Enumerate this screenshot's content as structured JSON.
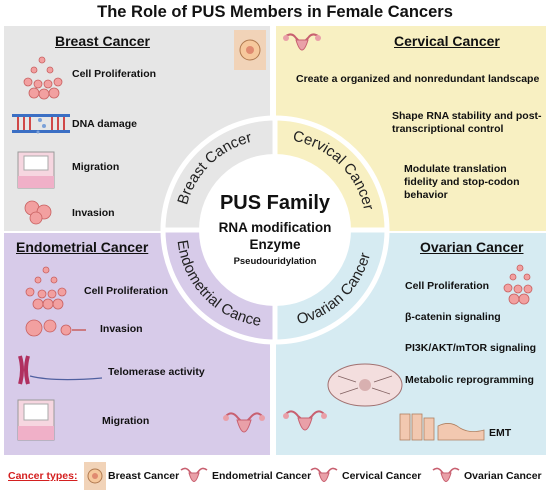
{
  "title": "The Role of PUS Members in Female Cancers",
  "center": {
    "family": "PUS Family",
    "line2": "RNA modification",
    "line3": "Enzyme",
    "line4": "Pseudouridylation"
  },
  "ring_labels": {
    "breast": "Breast Cancer",
    "cervical": "Cervical Cancer",
    "endometrial": "Endometrial Cancer",
    "ovarian": "Ovarian Cancer"
  },
  "quadrants": {
    "breast": {
      "title": "Breast Cancer",
      "items": [
        "Cell Proliferation",
        "DNA damage",
        "Migration",
        "Invasion"
      ]
    },
    "cervical": {
      "title": "Cervical Cancer",
      "items": [
        "Create a organized and nonredundant    landscape",
        "Shape RNA stability and post-transcriptional control",
        "Modulate translation fidelity and stop-codon behavior"
      ]
    },
    "endometrial": {
      "title": "Endometrial Cancer",
      "items": [
        "Cell Proliferation",
        "Invasion",
        "Telomerase activity",
        "Migration"
      ]
    },
    "ovarian": {
      "title": "Ovarian Cancer",
      "items": [
        "Cell Proliferation",
        "β-catenin signaling",
        "PI3K/AKT/mTOR signaling",
        "Metabolic reprogramming",
        "EMT"
      ]
    }
  },
  "legend": {
    "label": "Cancer types:",
    "entries": [
      "Breast Cancer",
      "Endometrial Cancer",
      "Cervical Cancer",
      "Ovarian Cancer"
    ]
  },
  "colors": {
    "breast_bg": "#e6e6e6",
    "cervical_bg": "#f8f0c2",
    "endometrial_bg": "#d7cbe9",
    "ovarian_bg": "#d6ebf2",
    "legend_label": "#d42020",
    "cell_pink": "#f2a0a0",
    "uterus": "#e9a0a8"
  }
}
